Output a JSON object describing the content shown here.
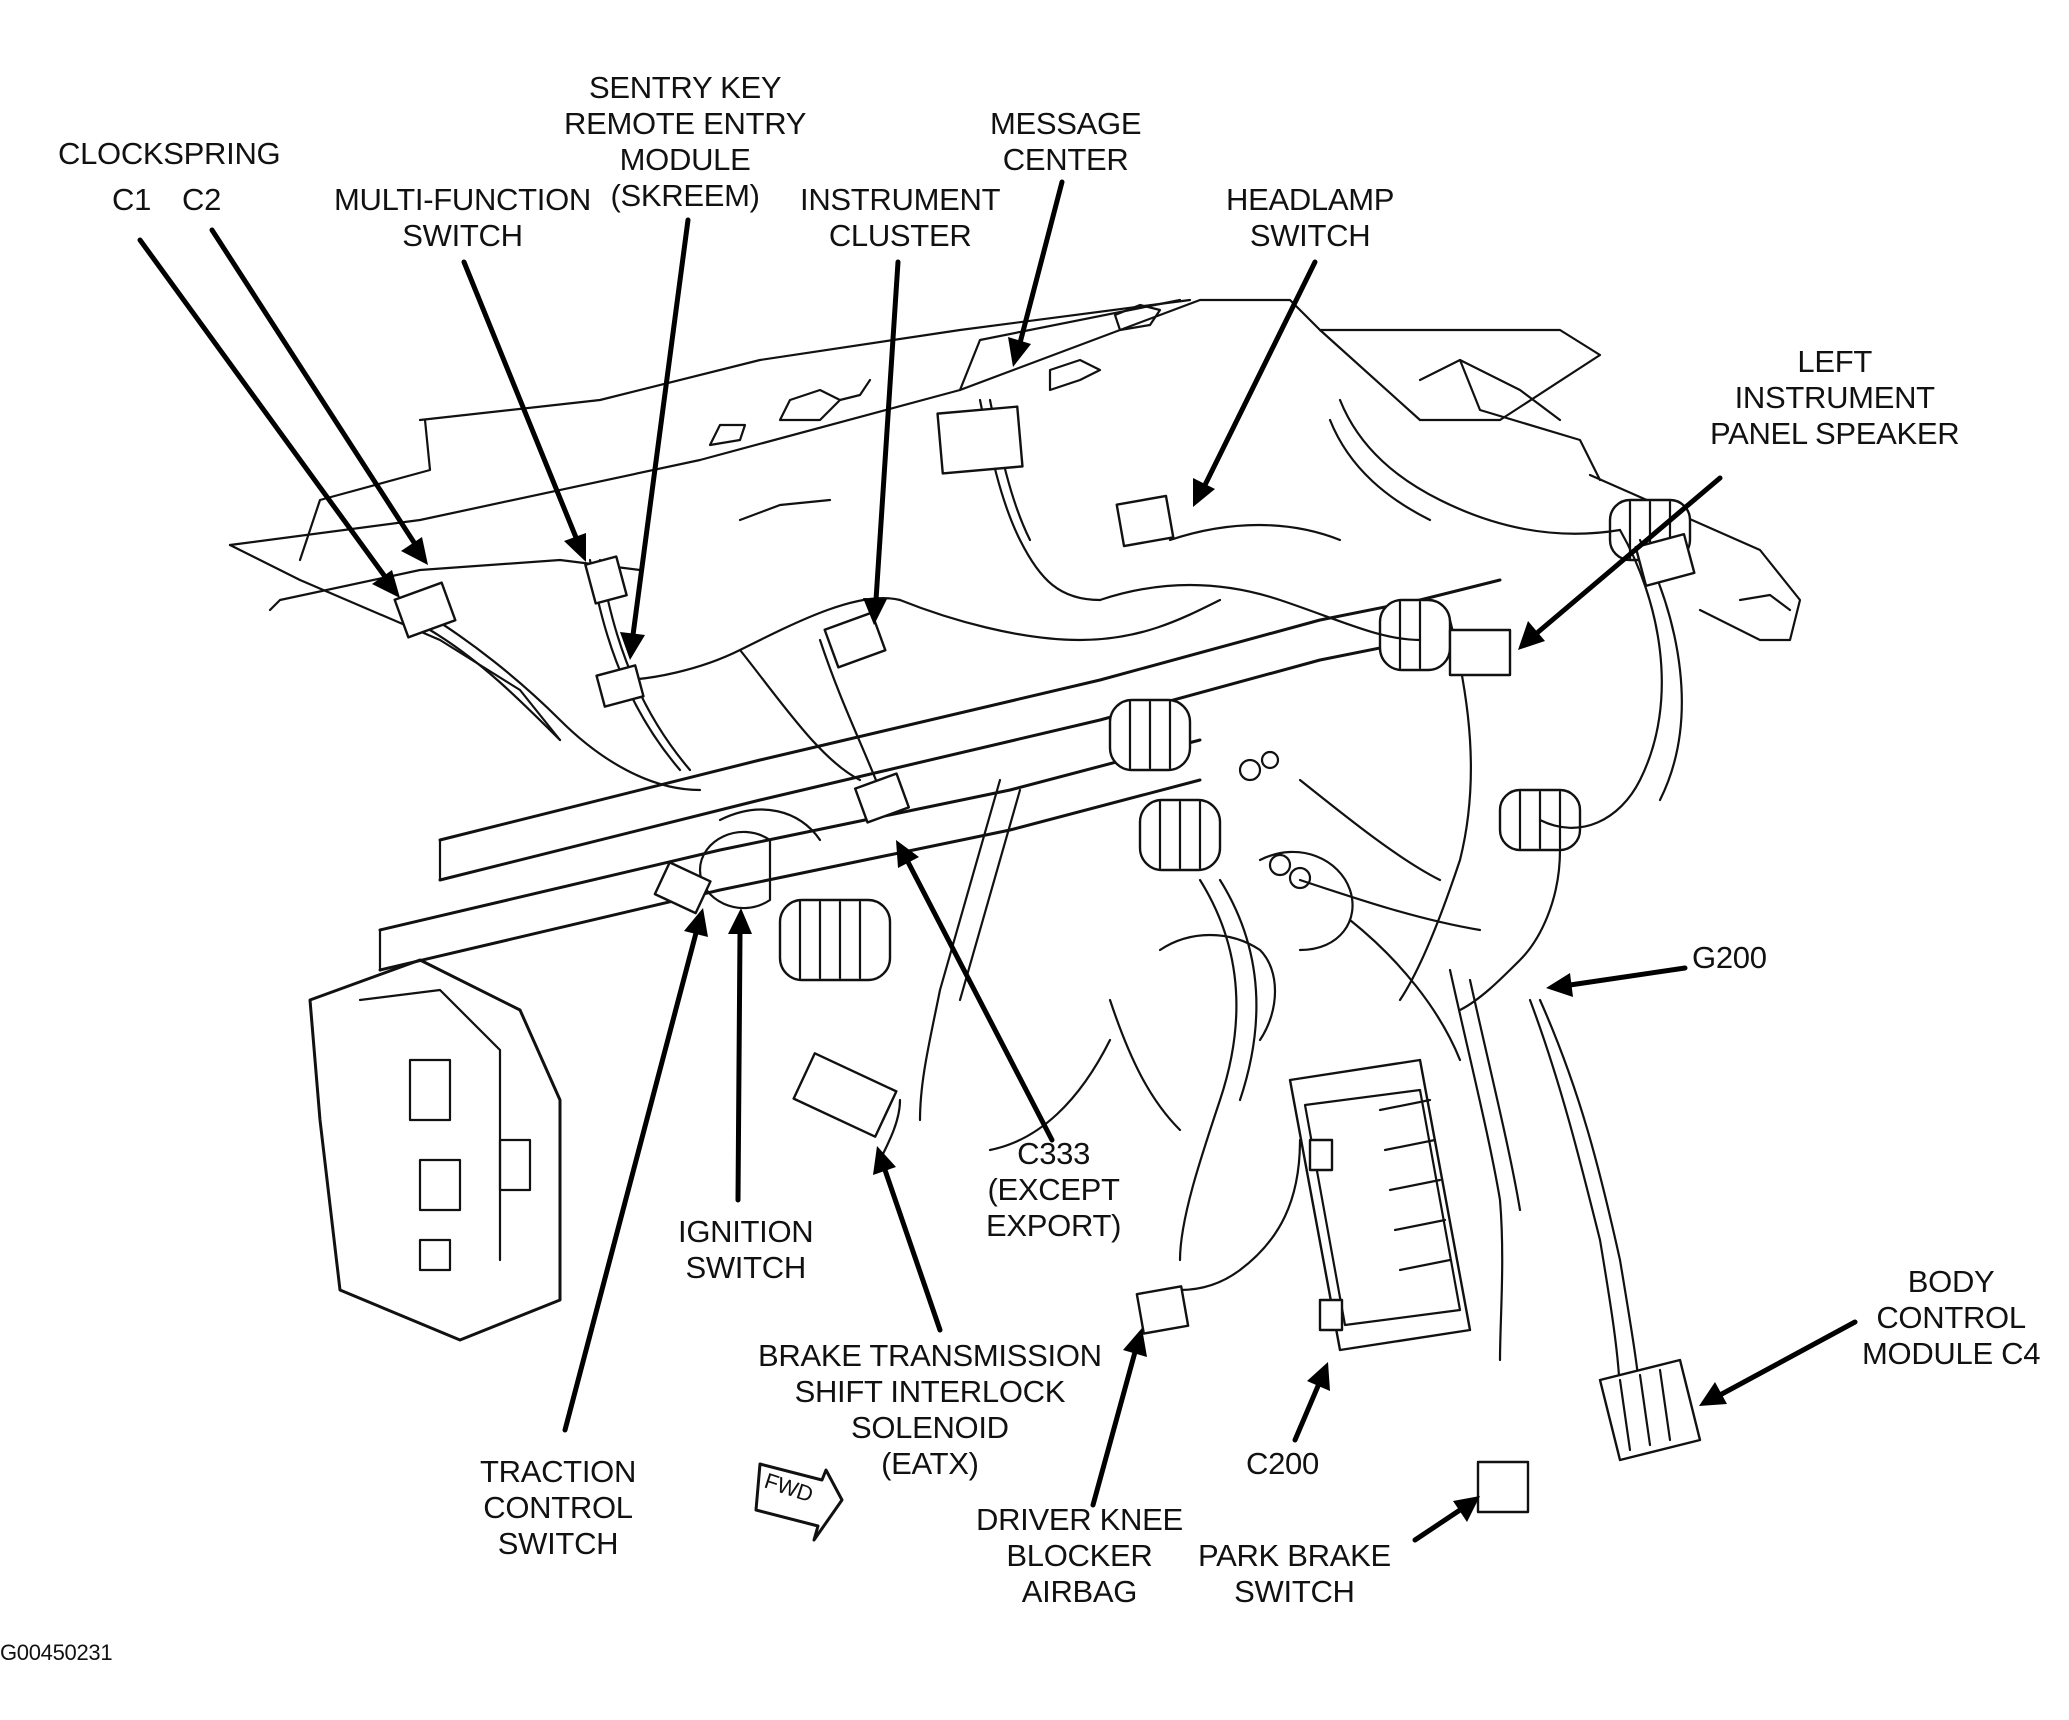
{
  "diagram": {
    "figure_id": "G00450231",
    "fwd_marker": "FWD",
    "labels": {
      "clockspring": "CLOCKSPRING",
      "clockspring_c1": "C1",
      "clockspring_c2": "C2",
      "multi_function_switch": [
        "MULTI-FUNCTION",
        "SWITCH"
      ],
      "sentry_key_module": [
        "SENTRY KEY",
        "REMOTE ENTRY",
        "MODULE",
        "(SKREEM)"
      ],
      "instrument_cluster": [
        "INSTRUMENT",
        "CLUSTER"
      ],
      "message_center": [
        "MESSAGE",
        "CENTER"
      ],
      "headlamp_switch": [
        "HEADLAMP",
        "SWITCH"
      ],
      "left_ip_speaker": [
        "LEFT",
        "INSTRUMENT",
        "PANEL SPEAKER"
      ],
      "g200": "G200",
      "body_control_module_c4": [
        "BODY",
        "CONTROL",
        "MODULE C4"
      ],
      "c200": "C200",
      "park_brake_switch": [
        "PARK BRAKE",
        "SWITCH"
      ],
      "driver_knee_blocker_airbag": [
        "DRIVER KNEE",
        "BLOCKER",
        "AIRBAG"
      ],
      "brake_transmission_interlock": [
        "BRAKE TRANSMISSION",
        "SHIFT INTERLOCK",
        "SOLENOID",
        "(EATX)"
      ],
      "c333": [
        "C333",
        "(EXCEPT",
        "EXPORT)"
      ],
      "ignition_switch": [
        "IGNITION",
        "SWITCH"
      ],
      "traction_control_switch": [
        "TRACTION",
        "CONTROL",
        "SWITCH"
      ]
    }
  }
}
